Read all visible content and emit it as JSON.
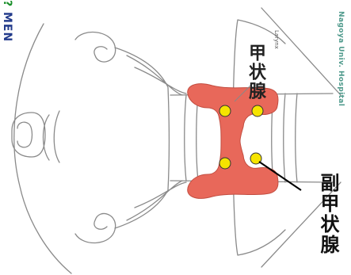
{
  "corner_text": {
    "line1": "?",
    "line2": "MEN"
  },
  "labels": {
    "thyroid": "甲状腺",
    "parathyroid": "副甲状腺",
    "larynx": "Larynx",
    "hospital": "Nagoya Univ. Hospital"
  },
  "colors": {
    "thyroid_fill": "#e8685a",
    "parathyroid_fill": "#f6e400",
    "outline": "#8a8a8a",
    "leader_line": "#000000"
  }
}
